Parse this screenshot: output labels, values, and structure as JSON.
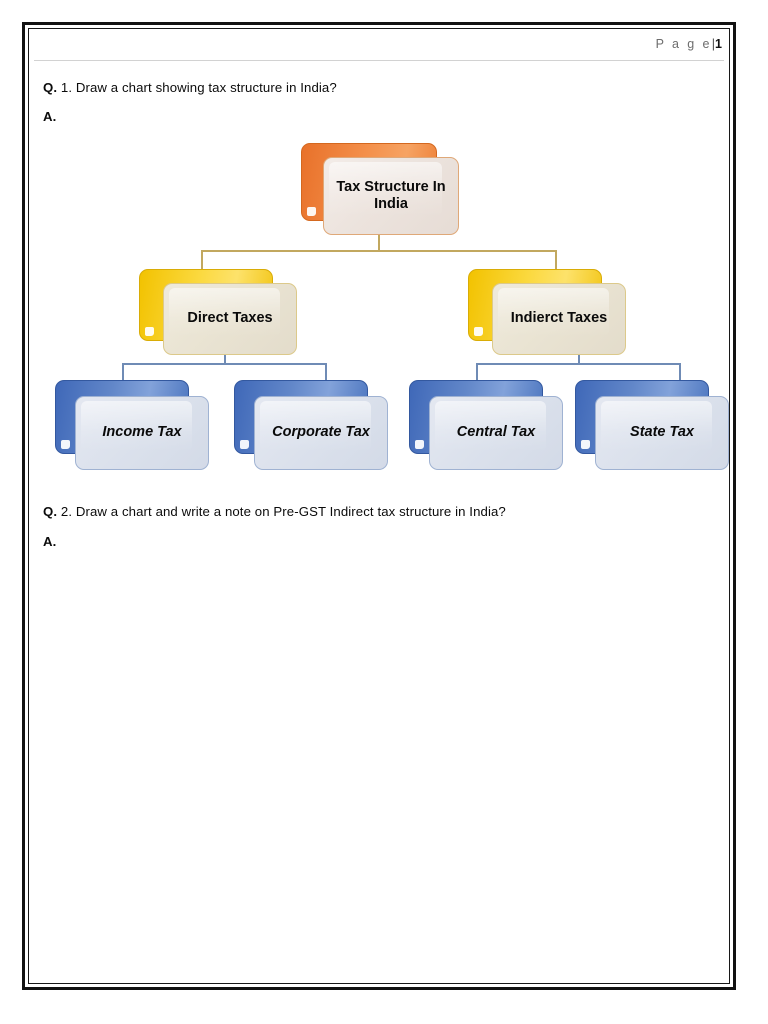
{
  "header": {
    "page_word": "P a g e",
    "separator": "|",
    "page_number": "1"
  },
  "questions": [
    {
      "q_mark": "Q.",
      "q_text": " 1. Draw a chart showing tax structure in India?",
      "a_mark": "A."
    },
    {
      "q_mark": "Q.",
      "q_text": " 2. Draw a chart and write a note on Pre-GST Indirect tax structure in India?",
      "a_mark": "A."
    }
  ],
  "chart_data": {
    "type": "diagram",
    "diagram_type": "organizational-hierarchy",
    "title": "Tax Structure In India",
    "levels": 3,
    "nodes": [
      {
        "id": "root",
        "label": "Tax Structure In India",
        "level": 0,
        "color": "#ef7f30",
        "children": [
          "direct",
          "indirect"
        ]
      },
      {
        "id": "direct",
        "label": "Direct Taxes",
        "level": 1,
        "color": "#fbd23b",
        "parent": "root",
        "children": [
          "income",
          "corporate"
        ]
      },
      {
        "id": "indirect",
        "label": "Indierct Taxes",
        "level": 1,
        "color": "#fbd23b",
        "parent": "root",
        "children": [
          "central",
          "state"
        ]
      },
      {
        "id": "income",
        "label": "Income Tax",
        "level": 2,
        "color": "#5a81c6",
        "parent": "direct"
      },
      {
        "id": "corporate",
        "label": "Corporate Tax",
        "level": 2,
        "color": "#5a81c6",
        "parent": "direct"
      },
      {
        "id": "central",
        "label": "Central Tax",
        "level": 2,
        "color": "#5a81c6",
        "parent": "indirect"
      },
      {
        "id": "state",
        "label": "State Tax",
        "level": 2,
        "color": "#5a81c6",
        "parent": "indirect"
      }
    ],
    "connector_colors": {
      "level_0_to_1": "#c2a85f",
      "level_1_to_2": "#6f8bb5"
    }
  }
}
